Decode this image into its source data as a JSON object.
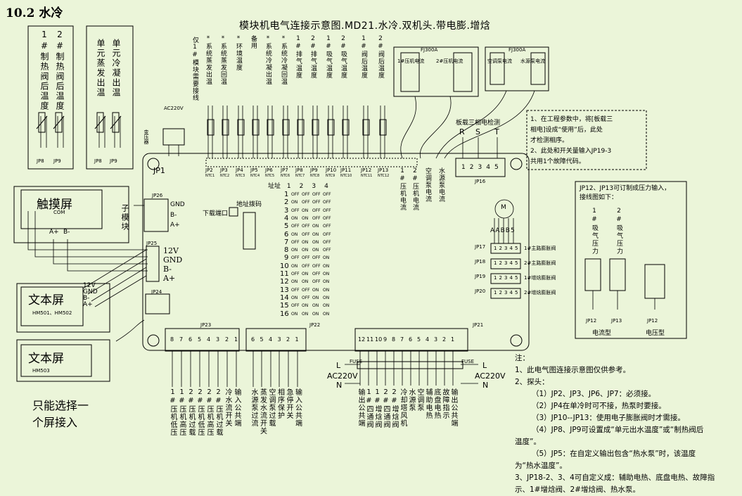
{
  "heading": "10.2 水冷",
  "title": "模块机电气连接示意图.MD21.水冷.双机头.带电膨.增焓",
  "left_sensor_groups": [
    {
      "labels": [
        "1#制热阀后温度",
        "2#制热阀后温度"
      ],
      "plugs": [
        "JP8",
        "JP9"
      ]
    },
    {
      "labels": [
        "单元蒸发出温",
        "单元冷凝出温"
      ],
      "plugs": [
        "JP8",
        "JP9"
      ]
    }
  ],
  "top_sensor_note": "仅1#模块需要接线",
  "top_sensors": [
    "*系统蒸发出温",
    "*系统蒸发回温",
    "*环境温度",
    "备用",
    "*系统冷凝出温",
    "*系统冷凝回温",
    "1#排气温度",
    "2#排气温度",
    "1#吸气温度",
    "2#吸气温度",
    "1#阀后温度",
    "2#阀后温度"
  ],
  "top_plugs": [
    {
      "name": "JP2",
      "sub": "NTC1"
    },
    {
      "name": "JP3",
      "sub": "NTC2"
    },
    {
      "name": "JP4",
      "sub": "NTC3"
    },
    {
      "name": "JP5",
      "sub": "NTC4"
    },
    {
      "name": "JP6",
      "sub": "NTC5"
    },
    {
      "name": "JP7",
      "sub": "NTC6"
    },
    {
      "name": "JP8",
      "sub": "NTC7"
    },
    {
      "name": "JP9",
      "sub": "NTC8"
    },
    {
      "name": "JP10",
      "sub": "NTC9"
    },
    {
      "name": "JP11",
      "sub": "NTC10"
    },
    {
      "name": "JP12",
      "sub": "NTC11"
    },
    {
      "name": "JP13",
      "sub": "NTC12"
    }
  ],
  "transformer": {
    "label": "变压器",
    "plug": "JP1",
    "input": "AC220V"
  },
  "ct_modules": [
    {
      "model": "FJ300A",
      "labels": [
        "1#压机电流",
        "2#压机电流"
      ]
    },
    {
      "model": "FJ300A",
      "labels": [
        "空调泵电流",
        "水源泵电流"
      ]
    }
  ],
  "current_labels": [
    "1#压机电流",
    "2#压机电流",
    "空调泵电流",
    "水源泵电流"
  ],
  "phase_detect": {
    "title": "板载三相电检测",
    "phases": [
      "R",
      "S",
      "T"
    ],
    "pins": [
      "1",
      "2",
      "3",
      "4",
      "5"
    ],
    "plug": "JP16"
  },
  "note_box": {
    "line1": "1、在工程参数中，将[板载三",
    "line2": "相电]设成“使用”后，此处",
    "line3": "才检测相序。",
    "line4": "2、此处和开关量输入JP19-3",
    "line5": "共用1个故障代码。"
  },
  "pressure_box": {
    "line1": "JP12、JP13可订制成压力输入，",
    "line2": "接线图如下：",
    "sensors": [
      "1#吸气压力",
      "2#吸气压力"
    ],
    "plugs": [
      "JP12",
      "JP13",
      "JP12"
    ],
    "current_type": "电流型",
    "voltage_type": "电压型"
  },
  "touch": {
    "title": "触摸屏",
    "pins": [
      "A+",
      "B-"
    ],
    "conn": "COM"
  },
  "sub_module": {
    "label": "子模块",
    "plug": "JP26",
    "pins": [
      "GND",
      "B-",
      "A+"
    ]
  },
  "jp25": {
    "plug": "JP25",
    "pins": [
      "12V",
      "GND",
      "B-",
      "A+"
    ]
  },
  "text_screen1": {
    "title": "文本屏",
    "model": "HM501、HM502",
    "pins": [
      "12V",
      "GND",
      "B-",
      "A+"
    ]
  },
  "text_screen2": {
    "title": "文本屏",
    "model": "HM503"
  },
  "jp24": "JP24",
  "only_one": {
    "line1": "只能选择一",
    "line2": "个屏接入"
  },
  "download_port": "下载端口",
  "address_code": "地址拨码",
  "dip": {
    "header": "址址",
    "cols": [
      "1",
      "2",
      "3",
      "4"
    ]
  },
  "address_table": [
    {
      "n": "1",
      "s": [
        "OFF",
        "OFF",
        "OFF",
        "OFF"
      ]
    },
    {
      "n": "2",
      "s": [
        "ON",
        "OFF",
        "OFF",
        "OFF"
      ]
    },
    {
      "n": "3",
      "s": [
        "OFF",
        "ON",
        "OFF",
        "OFF"
      ]
    },
    {
      "n": "4",
      "s": [
        "ON",
        "ON",
        "OFF",
        "OFF"
      ]
    },
    {
      "n": "5",
      "s": [
        "OFF",
        "OFF",
        "ON",
        "OFF"
      ]
    },
    {
      "n": "6",
      "s": [
        "ON",
        "OFF",
        "ON",
        "OFF"
      ]
    },
    {
      "n": "7",
      "s": [
        "OFF",
        "ON",
        "ON",
        "OFF"
      ]
    },
    {
      "n": "8",
      "s": [
        "ON",
        "ON",
        "ON",
        "OFF"
      ]
    },
    {
      "n": "9",
      "s": [
        "OFF",
        "OFF",
        "OFF",
        "ON"
      ]
    },
    {
      "n": "10",
      "s": [
        "ON",
        "OFF",
        "OFF",
        "ON"
      ]
    },
    {
      "n": "11",
      "s": [
        "OFF",
        "ON",
        "OFF",
        "ON"
      ]
    },
    {
      "n": "12",
      "s": [
        "ON",
        "ON",
        "OFF",
        "ON"
      ]
    },
    {
      "n": "13",
      "s": [
        "OFF",
        "OFF",
        "ON",
        "ON"
      ]
    },
    {
      "n": "14",
      "s": [
        "ON",
        "OFF",
        "ON",
        "ON"
      ]
    },
    {
      "n": "15",
      "s": [
        "OFF",
        "ON",
        "ON",
        "ON"
      ]
    },
    {
      "n": "16",
      "s": [
        "ON",
        "ON",
        "ON",
        "ON"
      ]
    }
  ],
  "eev": {
    "motor": "M",
    "pins": [
      "A",
      "A",
      "B",
      "B",
      "5"
    ],
    "rows": [
      {
        "plug": "JP17",
        "label": "1#主路膨胀阀"
      },
      {
        "plug": "JP18",
        "label": "2#主路膨胀阀"
      },
      {
        "plug": "JP19",
        "label": "1#增焓膨胀阀"
      },
      {
        "plug": "JP20",
        "label": "2#增焓膨胀阀"
      }
    ]
  },
  "jp23": {
    "plug": "JP23",
    "pins": [
      "8",
      "7",
      "6",
      "5",
      "4",
      "3",
      "2",
      "1"
    ],
    "labels": [
      "1#压机低压",
      "1#压机高压",
      "2#压机过载",
      "2#压机低压",
      "2#压机高压",
      "2#压机过载",
      "冷水流开关",
      "输入公共端"
    ]
  },
  "jp22": {
    "plug": "JP22",
    "pins": [
      "6",
      "5",
      "4",
      "3",
      "2",
      "1"
    ],
    "labels": [
      "水源泵过流",
      "蒸发水流开关",
      "空调泵过载",
      "相序保护",
      "急停开关",
      "输入公共端"
    ]
  },
  "jp21": {
    "plug": "JP21",
    "pins": [
      "12",
      "11",
      "10",
      "9",
      "8",
      "7",
      "6",
      "5",
      "4",
      "3",
      "2",
      "1"
    ],
    "labels": [
      "输出公共端",
      "1#四通阀",
      "1#增焓阀",
      "2#四通阀",
      "2#增焓阀",
      "冷却塔风机",
      "水源泵",
      "空调泵",
      "辅助电热",
      "底盘电热",
      "故障指示",
      "输出公共端"
    ]
  },
  "power": {
    "left": "AC220V",
    "right": "AC220V",
    "L": "L",
    "N": "N",
    "fuse": "FUSE"
  },
  "notes": {
    "title": "注：",
    "n1": "1、此电气图连接示意图仅供参考。",
    "n2": "2、探头：",
    "n2a": "（1）JP2、JP3、JP6、JP7：必须接。",
    "n2b": "（2）JP4在单冷时可不接，热泵时要接。",
    "n2c": "（3）JP10--JP13：使用电子膨胀阀时才需接。",
    "n2d": "（4）JP8、JP9可设置成“单元出水温度”或“制热阀后",
    "n2d2": "温度”。",
    "n2e": "（5）JP5：在自定义输出包含“热水泵”时，该温度",
    "n2e2": "为“热水温度”。",
    "n3": "3、JP18-2、3、4可自定义成：辅助电热、底盘电热、故障指",
    "n3b": "示、1#增焓阀、2#增焓阀、热水泵。"
  }
}
